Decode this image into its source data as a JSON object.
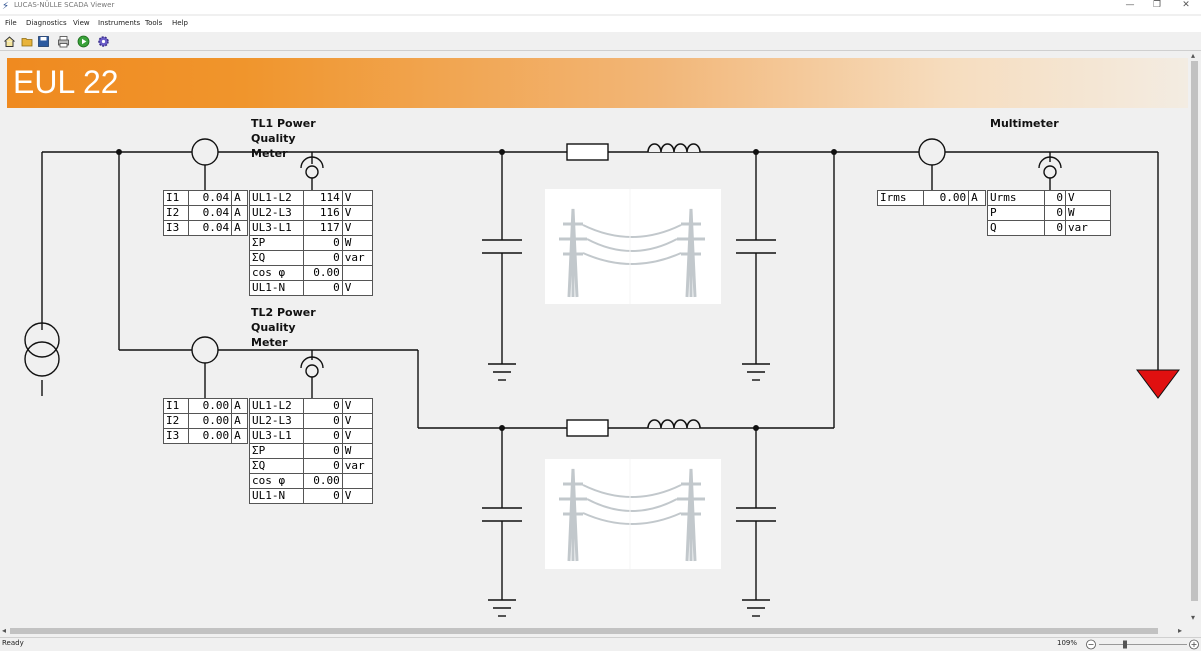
{
  "window": {
    "title": "LUCAS-NÜLLE SCADA Viewer"
  },
  "menu": [
    "File",
    "Diagnostics",
    "View",
    "Instruments",
    "Tools",
    "Help"
  ],
  "toolbar": {
    "buttons": [
      "home-icon",
      "open-folder-icon",
      "save-icon",
      "print-icon",
      "play-icon",
      "settings-gear-icon"
    ]
  },
  "banner": {
    "title": "EUL 22"
  },
  "tl1": {
    "title_line1": "TL1 Power Quality",
    "title_line2": "Meter",
    "currents": [
      {
        "label": "I1",
        "value": "0.04",
        "unit": "A"
      },
      {
        "label": "I2",
        "value": "0.04",
        "unit": "A"
      },
      {
        "label": "I3",
        "value": "0.04",
        "unit": "A"
      }
    ],
    "values": [
      {
        "label": "UL1-L2",
        "value": "114",
        "unit": "V"
      },
      {
        "label": "UL2-L3",
        "value": "116",
        "unit": "V"
      },
      {
        "label": "UL3-L1",
        "value": "117",
        "unit": "V"
      },
      {
        "label": "ΣP",
        "value": "0",
        "unit": "W"
      },
      {
        "label": "ΣQ",
        "value": "0",
        "unit": "var"
      },
      {
        "label": "cos φ",
        "value": "0.00",
        "unit": ""
      },
      {
        "label": "UL1-N",
        "value": "0",
        "unit": "V"
      }
    ]
  },
  "tl2": {
    "title_line1": "TL2 Power Quality",
    "title_line2": "Meter",
    "currents": [
      {
        "label": "I1",
        "value": "0.00",
        "unit": "A"
      },
      {
        "label": "I2",
        "value": "0.00",
        "unit": "A"
      },
      {
        "label": "I3",
        "value": "0.00",
        "unit": "A"
      }
    ],
    "values": [
      {
        "label": "UL1-L2",
        "value": "0",
        "unit": "V"
      },
      {
        "label": "UL2-L3",
        "value": "0",
        "unit": "V"
      },
      {
        "label": "UL3-L1",
        "value": "0",
        "unit": "V"
      },
      {
        "label": "ΣP",
        "value": "0",
        "unit": "W"
      },
      {
        "label": "ΣQ",
        "value": "0",
        "unit": "var"
      },
      {
        "label": "cos φ",
        "value": "0.00",
        "unit": ""
      },
      {
        "label": "UL1-N",
        "value": "0",
        "unit": "V"
      }
    ]
  },
  "multimeter": {
    "title": "Multimeter",
    "irms": {
      "label": "Irms",
      "value": "0.00",
      "unit": "A"
    },
    "values": [
      {
        "label": "Urms",
        "value": "0",
        "unit": "V"
      },
      {
        "label": "P",
        "value": "0",
        "unit": "W"
      },
      {
        "label": "Q",
        "value": "0",
        "unit": "var"
      }
    ]
  },
  "colors": {
    "banner_start": "#ef8a20",
    "banner_end": "#f3ece2",
    "load_triangle": "#e01010"
  },
  "status": {
    "text": "Ready",
    "zoom": "109%"
  }
}
